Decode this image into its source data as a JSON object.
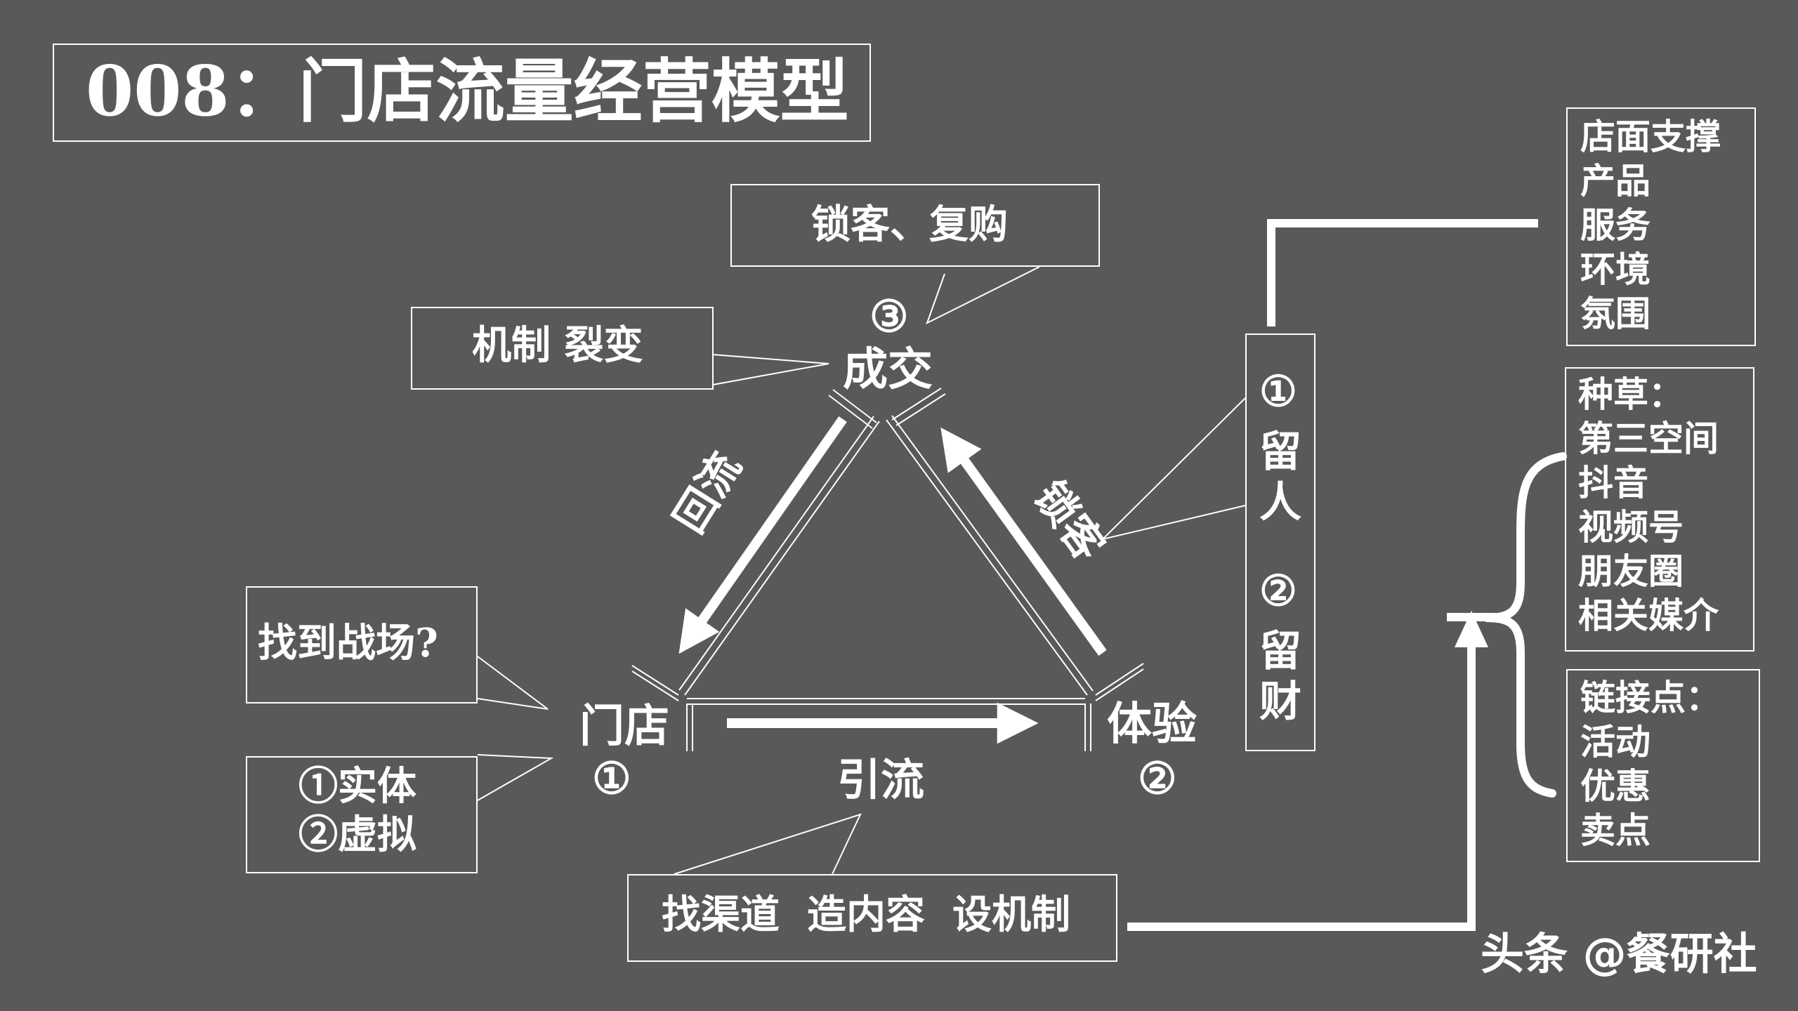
{
  "title": "008：门店流量经营模型",
  "nodes": {
    "store": {
      "label": "门店",
      "num": "①"
    },
    "experience": {
      "label": "体验",
      "num": "②"
    },
    "deal": {
      "label": "成交",
      "num": "③"
    }
  },
  "edges": {
    "bottom": "引流",
    "left": "回流",
    "right": "锁客"
  },
  "callouts": {
    "lock_rebuy": "锁客、复购",
    "mechanism": "机制 裂变",
    "battlefield": "找到战场?",
    "store_types": [
      "①实体",
      "②虚拟"
    ],
    "channels": "找渠道  造内容  设机制"
  },
  "retain_column": [
    "①",
    "留",
    "人",
    "②",
    "留",
    "财"
  ],
  "side_boxes": {
    "support": [
      "店面支撑",
      "产品",
      "服务",
      "环境",
      "氛围"
    ],
    "seeding": [
      "种草：",
      "第三空间",
      "抖音",
      "视频号",
      "朋友圈",
      "相关媒介"
    ],
    "link_points": [
      "链接点：",
      "活动",
      "优惠",
      "卖点"
    ]
  },
  "watermark": "头条 @餐研社"
}
